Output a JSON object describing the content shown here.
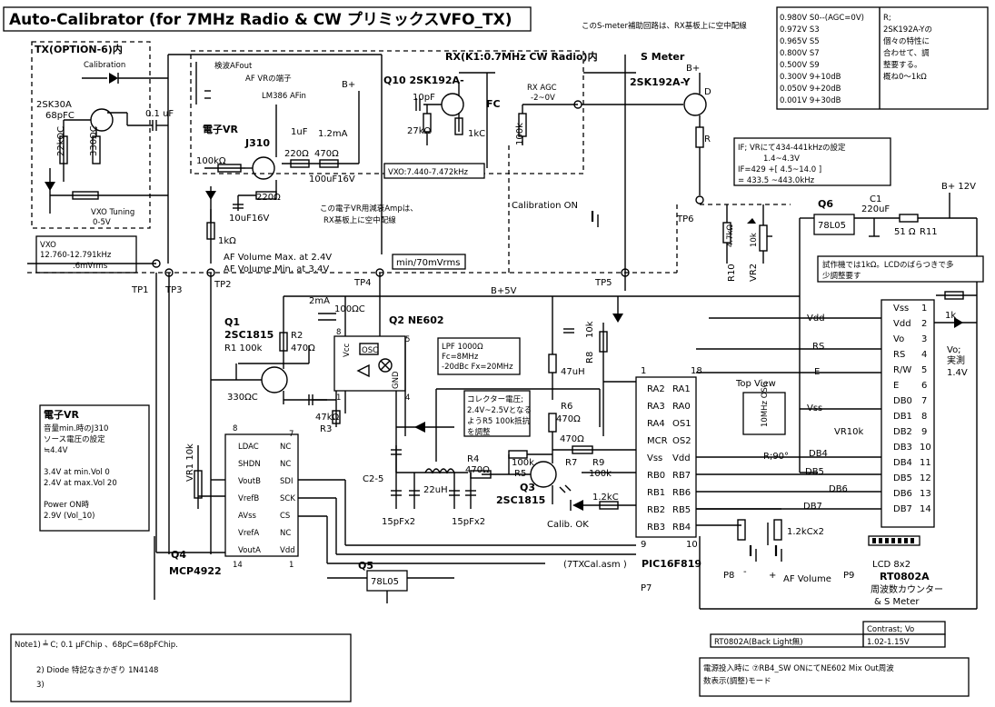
{
  "title": "Auto-Calibrator (for 7MHz Radio & CW プリミックスVFO_TX)",
  "top_note": "このS-meter補助回路は、RX基板上に空中配線",
  "meter_table": {
    "rows": [
      "0.980V S0--(AGC=0V)",
      "0.972V S3",
      "0.965V S5",
      "0.800V S7",
      "0.500V S9",
      "0.300V 9+10dB",
      "0.050V 9+20dB",
      "0.001V 9+30dB"
    ],
    "side_note": [
      "R;",
      "2SK192A-Yの",
      "個々の特性に",
      "合わせて、調",
      "整要する。",
      "概ね0～1kΩ"
    ]
  },
  "sections": {
    "tx_option": "TX(OPTION-6)内",
    "rx_radio": "RX(K1:0.7MHz CW Radio)内",
    "s_meter": "S Meter"
  },
  "labels": {
    "calibration": "Calibration",
    "q_2sk30a": "2SK30A",
    "c68pf": "68pFC",
    "c01uf": "0.1 uF",
    "r22k": "22kΩC",
    "r330_1": "330ΩC",
    "vxo_tuning": "VXO Tuning",
    "vxo_tuning_v": "0-5V",
    "detect_af": "検波AFout",
    "af_vr": "AF VRの端子",
    "lm386": "LM386 AFin",
    "b_plus_1": "B+",
    "q10": "Q10 2SK192A-",
    "rx_agc": "RX AGC",
    "rx_agc_v": "-2~0V",
    "c10pf": "10pF",
    "r27k": "27kΩ",
    "fc": "FC",
    "r1kc": "1kC",
    "r100k_agc": "100k",
    "b_plus_2": "B+",
    "q_s": "2SK192A-Y",
    "d_label": "D",
    "r_label": "R",
    "denshi_vr": "電子VR",
    "j310": "J310",
    "c1uf": "1uF",
    "i12ma": "1.2mA",
    "r220_1": "220Ω",
    "r470_1": "470Ω",
    "r100k_1": "100kΩ",
    "c100uf": "100uF16V",
    "r220_2": "220Ω",
    "c10uf": "10uF16V",
    "vxo_freq": "VXO:7.440-7.472kHz",
    "amp_note_1": "この電子VR用減衰Ampは、",
    "amp_note_2": "RX基板上に空中配線",
    "r1k": "1kΩ",
    "calib_on": "Calibration ON",
    "if_note_1": "IF; VRにて434-441kHzの設定",
    "if_note_2": "1.4~4.3V",
    "if_note_3": "IF=429 +[ 4.5~14.0 ]",
    "if_note_4": "=        433.5 ~443.0kHz",
    "b12v": "B+ 12V",
    "q6": "Q6",
    "c1": "C1",
    "c220uf": "220uF",
    "reg_78l05_1": "78L05",
    "r51": "51 Ω",
    "r11": "R11",
    "tp6": "TP6",
    "r10": "R10",
    "r10_val": "4.7kΩ",
    "vr2": "VR2",
    "vr2_val": "10k",
    "vxo_box_1": "VXO",
    "vxo_box_2": "12.760-12.791kHz",
    "vxo_box_3": ".6mVrms",
    "af_max": "AF Volume Max. at 2.4V",
    "af_min": "AF Volume Min. at 3.4V",
    "min70": "min/70mVrms",
    "tp1": "TP1",
    "tp3": "TP3",
    "tp2": "TP2",
    "tp4": "TP4",
    "tp5": "TP5",
    "bplus5v": "B+5V",
    "lcd_note_1": "試作機では1kΩ。LCDのばらつきで多",
    "lcd_note_2": "少調整要す",
    "i2ma": "2mA",
    "r100c": "100ΩC",
    "q2": "Q2 NE602",
    "q1": "Q1",
    "q1_type": "2SC1815",
    "r1": "R1 100k",
    "r2": "R2",
    "r2_val": "470Ω",
    "r330c": "330ΩC",
    "r47k": "47kΩ",
    "r3": "R3",
    "lpf_1": "LPF 1000Ω",
    "lpf_2": "Fc=8MHz",
    "lpf_3": "-20dBc Fx=20MHz",
    "col_1": "コレクター電圧;",
    "col_2": "2.4V~2.5Vとなる",
    "col_3": "ようR5 100k抵抗",
    "col_4": "を調整",
    "r8": "R8",
    "r8_val": "10k",
    "c47uh": "47uH",
    "r6": "R6",
    "r6_val": "470Ω",
    "r7": "R7",
    "r7_val": "470Ω",
    "r4": "R4",
    "r4_val": "470Ω",
    "r5": "R5",
    "r5_val": "100k",
    "q3": "Q3",
    "q3_type": "2SC1815",
    "c25": "C2-5",
    "l22uh": "22uH",
    "c15pf_1": "15pFx2",
    "c15pf_2": "15pFx2",
    "r9": "R9",
    "r9_val": "100k",
    "r12kc": "1.2kC",
    "calib_ok": "Calib. OK",
    "top_view": "Top View",
    "osc_10mhz": "10MHz OSC",
    "r90": "R;90°",
    "vr10k": "VR10k",
    "vdd": "Vdd",
    "rs": "RS",
    "e": "E",
    "vss": "Vss",
    "db4": "DB4",
    "db5": "DB5",
    "db6": "DB6",
    "db7": "DB7",
    "r1k_lcd": "1k",
    "vo_meas": "Vo;",
    "vo_meas_2": "実測",
    "vo_meas_3": "1.4V",
    "denshi_vr_2": "電子VR",
    "vr_note_1": "音量min.時のJ310",
    "vr_note_2": "ソース電圧の設定",
    "vr_note_3": "≒4.4V",
    "vr_note_4": "3.4V at min.Vol 0",
    "vr_note_5": "2.4V at max.Vol 20",
    "vr_note_6": "Power ON時",
    "vr_note_7": "2.9V (Vol_10)",
    "vr1": "VR1 10k",
    "q4": "Q4",
    "mcp": "MCP4922",
    "q5": "Q5",
    "reg_78l05_2": "78L05",
    "asm": "(7TXCal.asm )",
    "pic": "PIC16F819",
    "p7": "P7",
    "p8": "P8",
    "p9": "P9",
    "r12kcx2": "1.2kCx2",
    "af_volume": "AF Volume",
    "lcd_8x2": "LCD 8x2",
    "rt0802a": "RT0802A",
    "lcd_desc_1": "周波数カウンター",
    "lcd_desc_2": "& S Meter",
    "contrast_h": "Contrast; Vo",
    "contrast_name": "RT0802A(Back Light無)",
    "contrast_val": "1.02-1.15V",
    "power_note_1": "電源投入時に ⑦RB4_SW ONにてNE602 Mix Out周波",
    "power_note_2": "数表示(調整)モード",
    "note1": "Note1) ╧ C; 0.1 μFChip 、68pC=68pFChip.",
    "note2": "2) Diode 特記なきかぎり 1N4148",
    "note3": "3)"
  },
  "mcp_pins": {
    "left": [
      "LDAC",
      "SHDN",
      "VoutB",
      "VrefB",
      "AVss",
      "VrefA",
      "VoutA"
    ],
    "right": [
      "NC",
      "NC",
      "SDI",
      "SCK",
      "CS",
      "NC",
      "Vdd"
    ],
    "nums": [
      "8",
      "7",
      "14",
      "1"
    ]
  },
  "pic_pins": {
    "left": [
      "RA2",
      "RA3",
      "RA4",
      "MCR",
      "Vss",
      "RB0",
      "RB1",
      "RB2",
      "RB3"
    ],
    "right": [
      "RA1",
      "RA0",
      "OS1",
      "OS2",
      "Vdd",
      "RB7",
      "RB6",
      "RB5",
      "RB4"
    ],
    "nums": [
      "1",
      "18",
      "9",
      "10"
    ]
  },
  "ne602_pins": {
    "labels": [
      "Vcc",
      "OSC",
      "GND"
    ],
    "nums": [
      "8",
      "5",
      "1",
      "4"
    ]
  },
  "lcd_pins": {
    "names": [
      "Vss",
      "Vdd",
      "Vo",
      "RS",
      "R/W",
      "E",
      "DB0",
      "DB1",
      "DB2",
      "DB3",
      "DB4",
      "DB5",
      "DB6",
      "DB7"
    ],
    "nums": [
      "1",
      "2",
      "3",
      "4",
      "5",
      "6",
      "7",
      "8",
      "9",
      "10",
      "11",
      "12",
      "13",
      "14"
    ]
  }
}
